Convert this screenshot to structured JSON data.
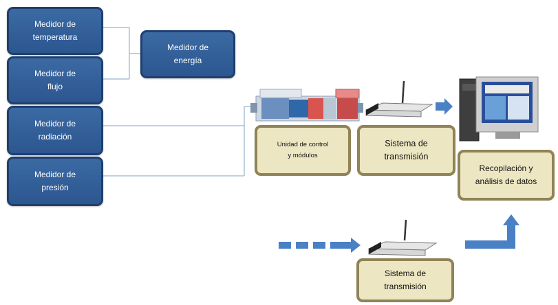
{
  "sensors": [
    {
      "label": "Medidor de\ntemperatura"
    },
    {
      "label": "Medidor de\nflujo"
    },
    {
      "label": "Medidor de\nradiación"
    },
    {
      "label": "Medidor de\npresión"
    }
  ],
  "energy_meter": {
    "label": "Medidor de\nenergía"
  },
  "control_unit": {
    "label": "Unidad de control\ny módulos"
  },
  "transmission_top": {
    "label": "Sistema de\ntransmisión"
  },
  "data_analysis": {
    "label": "Recopilación y\nanálisis de datos"
  },
  "transmission_bottom": {
    "label": "Sistema de\ntransmisión"
  },
  "colors": {
    "sensor_fill": "#2f5e98",
    "sensor_border": "#1f3f6e",
    "olive_fill": "#ece6c2",
    "olive_border": "#8f8357",
    "connector": "#aac0d8",
    "arrow": "#4a80c4"
  },
  "icons": [
    "plc-module-icon",
    "wireless-router-icon",
    "desktop-computer-icon",
    "wireless-router-icon"
  ]
}
